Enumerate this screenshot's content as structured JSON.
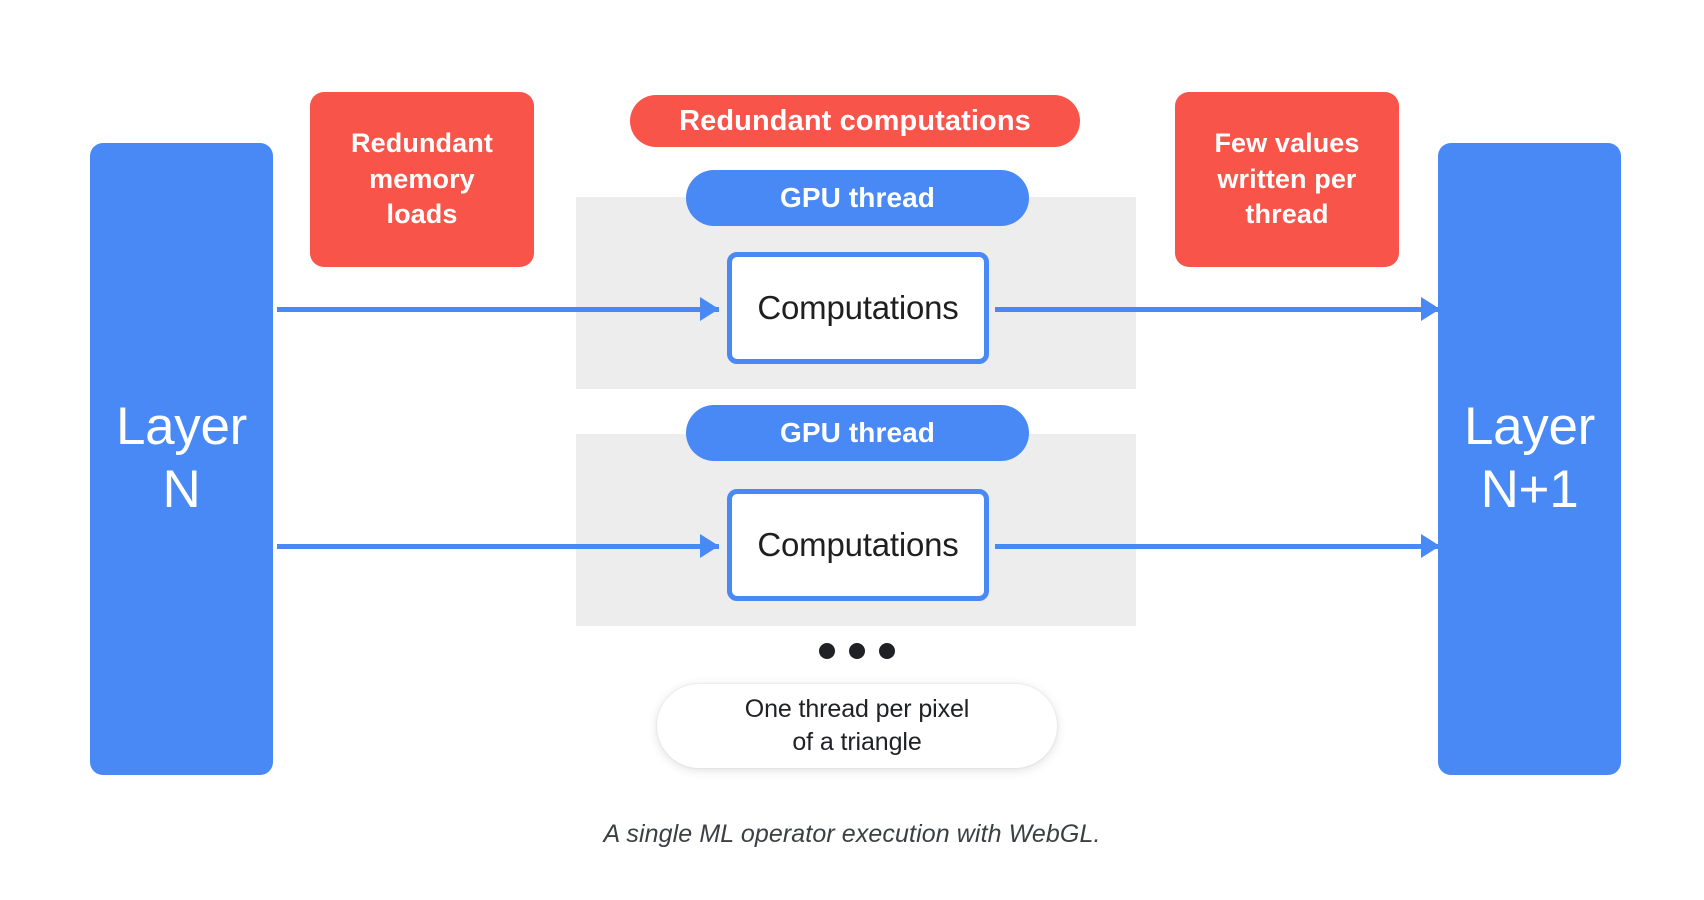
{
  "diagram": {
    "caption": "A single ML operator execution with WebGL.",
    "colors": {
      "blue": "#4989F5",
      "red": "#F9544A",
      "panel_gray": "#EDEDED",
      "text_dark": "#202124",
      "background": "#FFFFFF"
    },
    "layers": {
      "input": {
        "label": "Layer\nN"
      },
      "output": {
        "label": "Layer\nN+1"
      }
    },
    "callouts": {
      "memory_loads": {
        "label": "Redundant\nmemory\nloads",
        "shape": "rounded-rect",
        "color": "#F9544A"
      },
      "redundant_computations": {
        "label": "Redundant computations",
        "shape": "pill",
        "color": "#F9544A"
      },
      "values_written": {
        "label": "Few values\nwritten per\nthread",
        "shape": "rounded-rect",
        "color": "#F9544A"
      }
    },
    "threads": [
      {
        "pill_label": "GPU thread",
        "box_label": "Computations"
      },
      {
        "pill_label": "GPU thread",
        "box_label": "Computations"
      }
    ],
    "ellipsis": {
      "dot_count": 3,
      "meaning": "more threads"
    },
    "thread_note": {
      "label": "One thread per pixel\nof a triangle"
    }
  }
}
